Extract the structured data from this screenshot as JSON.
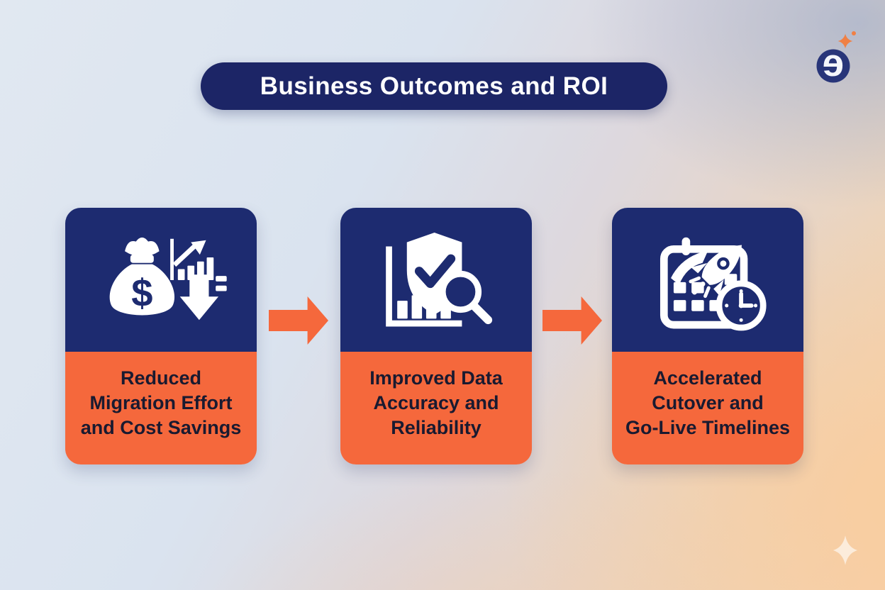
{
  "header": {
    "title": "Business Outcomes and ROI"
  },
  "brand": {
    "logo_letter": "e",
    "logo_circle_color": "#283579",
    "sparkle_color": "#f08045"
  },
  "cards": [
    {
      "id": "reduced-migration-effort",
      "icon": "money-bag-cost-reduction-icon",
      "label": "Reduced\nMigration Effort\nand Cost Savings"
    },
    {
      "id": "improved-data-accuracy",
      "icon": "shield-check-magnifier-icon",
      "label": "Improved Data\nAccuracy and\nReliability"
    },
    {
      "id": "accelerated-cutover",
      "icon": "calendar-rocket-clock-icon",
      "label": "Accelerated\nCutover and\nGo-Live Timelines"
    }
  ],
  "colors": {
    "card_navy": "#1d2b70",
    "banner_navy": "#1c2566",
    "accent_orange": "#f5683c",
    "label_text": "#191a30",
    "background_blue": "#dbe3ef",
    "background_peach": "#f6d0ac",
    "corner_sparkle": "#fcefdf"
  }
}
